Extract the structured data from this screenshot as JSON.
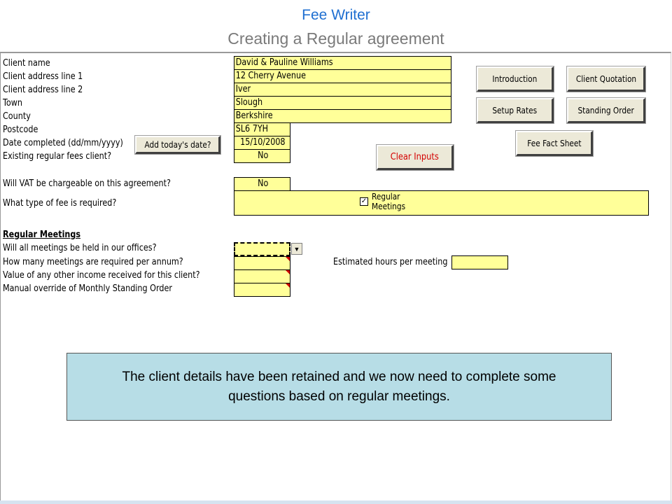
{
  "header": {
    "title": "Fee Writer",
    "subtitle": "Creating a Regular agreement"
  },
  "form": {
    "labels": {
      "client_name": "Client name",
      "address1": "Client address line 1",
      "address2": "Client address line 2",
      "town": "Town",
      "county": "County",
      "postcode": "Postcode",
      "date_completed": "Date completed (dd/mm/yyyy)",
      "existing_client": "Existing regular fees client?",
      "vat": "Will VAT be chargeable on this agreement?",
      "fee_type": "What type of fee is required?",
      "section_heading": "Regular Meetings",
      "meetings_offices": "Will all meetings be held in our offices?",
      "meetings_per_annum": "How many meetings are required per annum?",
      "other_income": "Value of any other income received for this client?",
      "manual_override": "Manual override of Monthly Standing Order",
      "est_hours": "Estimated hours per meeting"
    },
    "values": {
      "client_name": "David & Pauline Williams",
      "address1": "12 Cherry Avenue",
      "address2": "Iver",
      "town": "Slough",
      "county": "Berkshire",
      "postcode": "SL6 7YH",
      "date_completed": "15/10/2008",
      "existing_client": "No",
      "vat": "No",
      "fee_type_option": "Regular Meetings",
      "fee_type_checked": true,
      "meetings_offices": "",
      "meetings_per_annum": "",
      "other_income": "",
      "manual_override": "",
      "est_hours": ""
    }
  },
  "buttons": {
    "add_today": "Add today's date?",
    "introduction": "Introduction",
    "client_quotation": "Client Quotation",
    "setup_rates": "Setup Rates",
    "standing_order": "Standing Order",
    "fee_fact_sheet": "Fee Fact Sheet",
    "clear_inputs": "Clear Inputs"
  },
  "note": {
    "text": "The client details have been retained and we now need to complete some questions based on regular meetings."
  },
  "colors": {
    "title": "#1f6fd1",
    "subtitle": "#7a7a7a",
    "input_bg": "#ffff99",
    "note_bg": "#b7dde6",
    "clear_button_text": "#d40000"
  },
  "icons": {
    "dropdown": "chevron-down-icon",
    "comment_marker": "comment-indicator-icon",
    "checkbox": "checkbox-checked-icon"
  }
}
